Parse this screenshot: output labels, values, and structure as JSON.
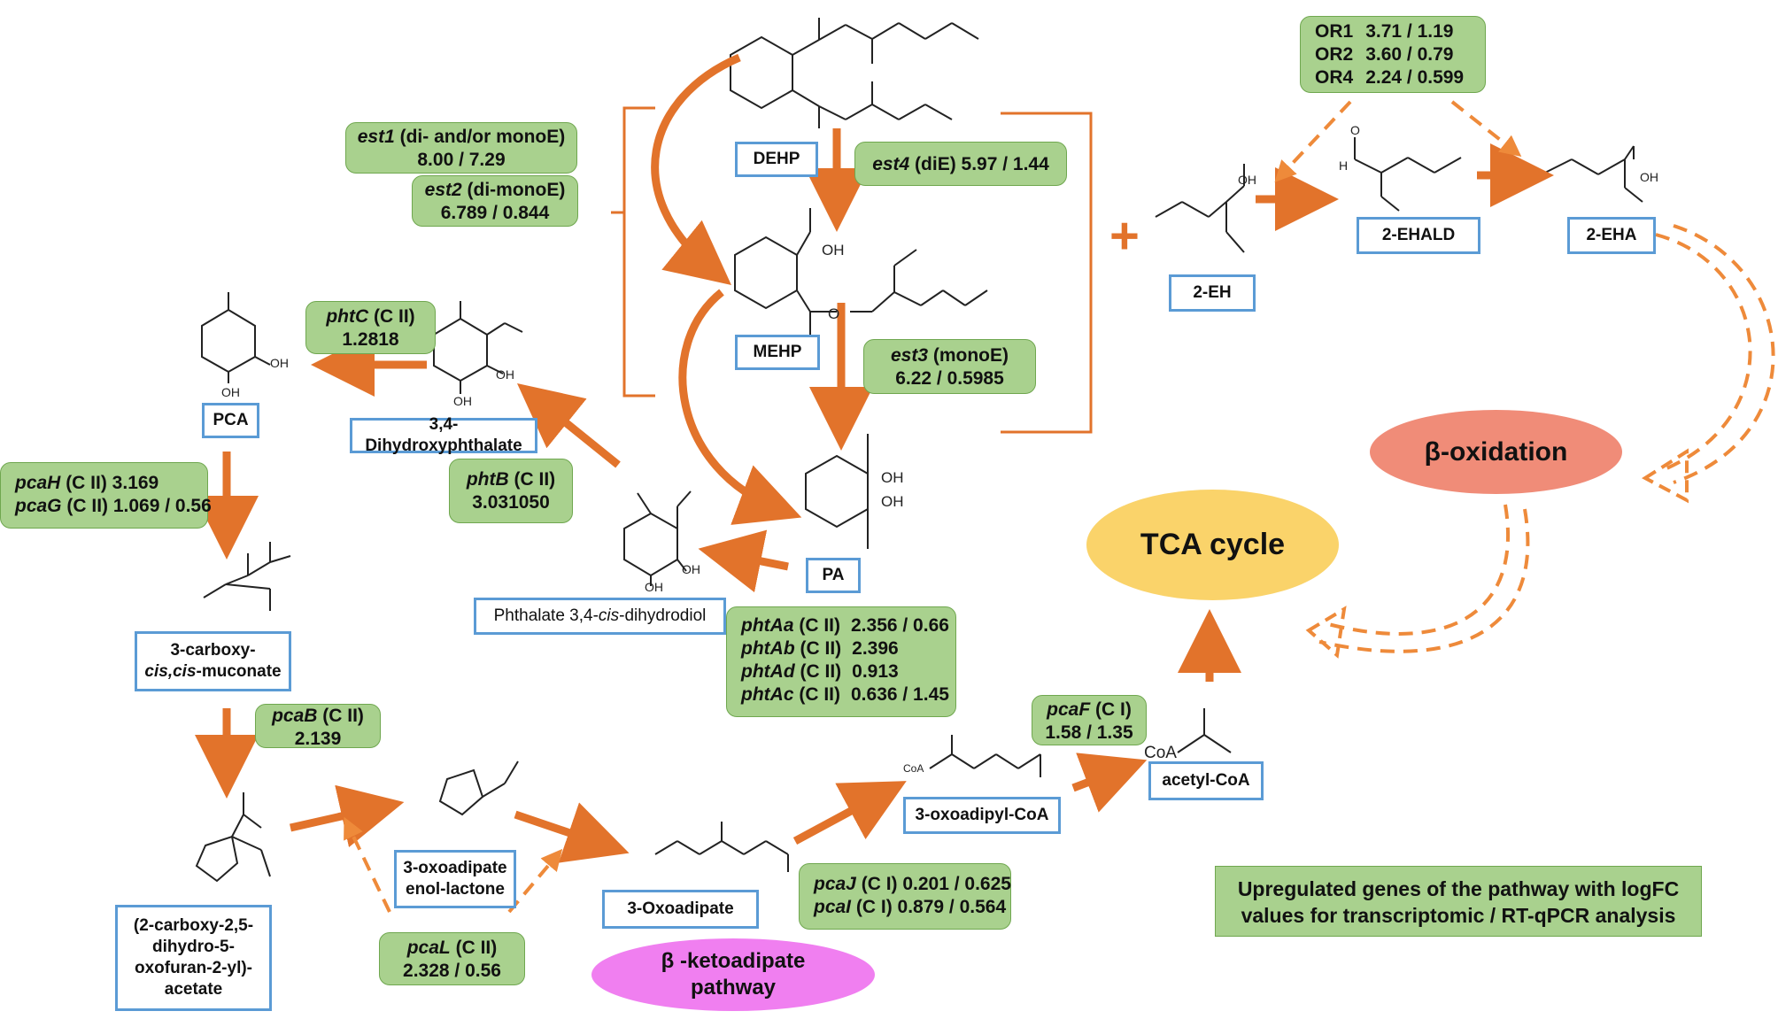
{
  "compounds": {
    "dehp": "DEHP",
    "mehp": "MEHP",
    "pa": "PA",
    "eh": "2-EH",
    "ehald": "2-EHALD",
    "eha": "2-EHA",
    "pca": "PCA",
    "dhp": "3,4-Dihydroxyphthalate",
    "cisdiol_a": "Phthalate 3,4-",
    "cisdiol_b": "cis",
    "cisdiol_c": "-dihydrodiol",
    "carboxy_1": "3-carboxy-",
    "carboxy_2a": "cis,cis",
    "carboxy_2b": "-muconate",
    "furan_1": "(2-carboxy-2,5-",
    "furan_2": "dihydro-5-",
    "furan_3": "oxofuran-2-yl)-",
    "furan_4": "acetate",
    "enol_1": "3-oxoadipate",
    "enol_2": "enol-lactone",
    "oxoadipate": "3-Oxoadipate",
    "oxoadipyl": "3-oxoadipyl-CoA",
    "acetyl": "acetyl-CoA"
  },
  "genes": {
    "est1_name": "est1",
    "est1_desc": " (di- and/or monoE)",
    "est1_val": "8.00 / 7.29",
    "est2_name": "est2",
    "est2_desc": " (di-monoE)",
    "est2_val": "6.789 / 0.844",
    "est4_name": "est4",
    "est4_desc": " (diE)   5.97 / 1.44",
    "est3_name": "est3",
    "est3_desc": " (monoE)",
    "est3_val": "6.22 / 0.5985",
    "phtC_name": "phtC",
    "phtC_desc": " (C II)",
    "phtC_val": "1.2818",
    "phtB_name": "phtB",
    "phtB_desc": " (C II)",
    "phtB_val": "3.031050",
    "pcaH_name": "pcaH",
    "pcaH_rest": " (C II)   3.169",
    "pcaG_name": "pcaG",
    "pcaG_rest": " (C II)  1.069 / 0.56",
    "pcaB_name": "pcaB",
    "pcaB_desc": " (C II)",
    "pcaB_val": "2.139",
    "pcaL_name": "pcaL",
    "pcaL_desc": " (C II)",
    "pcaL_val": "2.328 / 0.56",
    "pcaJ_name": "pcaJ",
    "pcaJ_rest": " (C I)  0.201 / 0.625",
    "pcaI_name": "pcaI",
    "pcaI_rest": " (C I)  0.879 / 0.564",
    "pcaF_name": "pcaF",
    "pcaF_desc": " (C I)",
    "pcaF_val": "1.58 / 1.35",
    "pht_rows": [
      {
        "name": "phtAa",
        "cls": " (C II)",
        "val": "2.356 / 0.66"
      },
      {
        "name": "phtAb",
        "cls": " (C II)",
        "val": "2.396"
      },
      {
        "name": "phtAd",
        "cls": " (C II)",
        "val": "0.913"
      },
      {
        "name": "phtAc",
        "cls": " (C II)",
        "val": "0.636 / 1.45"
      }
    ],
    "or_rows": [
      {
        "name": "OR1",
        "val": "3.71 / 1.19"
      },
      {
        "name": "OR2",
        "val": "3.60 / 0.79"
      },
      {
        "name": "OR4",
        "val": "2.24 / 0.599"
      }
    ]
  },
  "processes": {
    "beta_oxidation": "β-oxidation",
    "tca": "TCA cycle",
    "ketoadipate_1": "β -ketoadipate",
    "ketoadipate_2": "pathway"
  },
  "legend": {
    "line1": "Upregulated genes of the  pathway with logFC",
    "line2": "values for transcriptomic / RT-qPCR analysis"
  },
  "atoms": {
    "oh": "OH",
    "o": "O",
    "ominus": "O",
    "coa": "CoA",
    "h": "H",
    "plus": "+"
  },
  "colors": {
    "arrow": "#e2732b",
    "dashed": "#ee8a3a",
    "green_box": "#a9d18e",
    "blue_border": "#5b9bd5",
    "beta_fill": "#f08c78",
    "tca_fill": "#fad36a",
    "keto_fill": "#f07ff0"
  }
}
